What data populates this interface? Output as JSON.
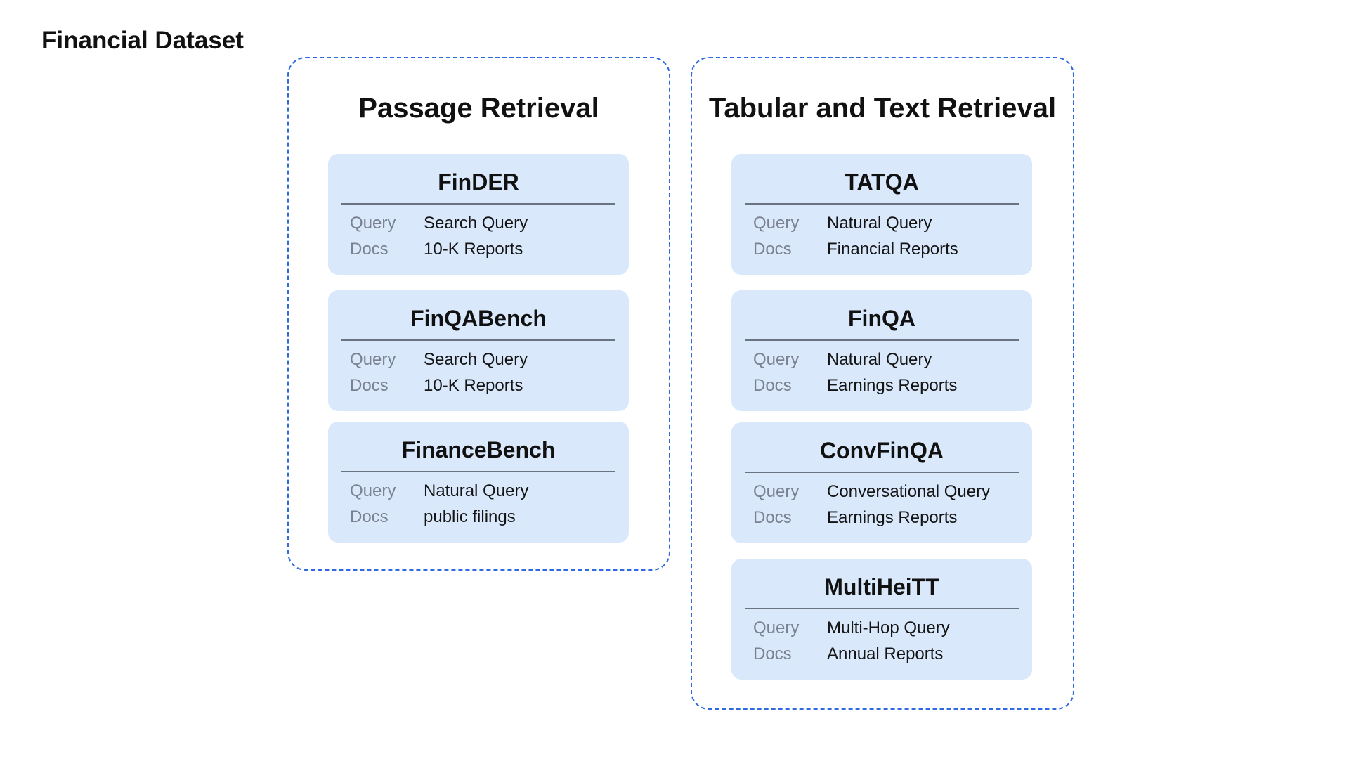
{
  "title": "Financial Dataset",
  "groups": [
    {
      "title": "Passage Retrieval",
      "datasets": [
        {
          "name": "FinDER",
          "query_label": "Query",
          "query": "Search Query",
          "docs_label": "Docs",
          "docs": "10-K Reports"
        },
        {
          "name": "FinQABench",
          "query_label": "Query",
          "query": "Search Query",
          "docs_label": "Docs",
          "docs": "10-K Reports"
        },
        {
          "name": "FinanceBench",
          "query_label": "Query",
          "query": "Natural Query",
          "docs_label": "Docs",
          "docs": "public filings"
        }
      ]
    },
    {
      "title": "Tabular and Text Retrieval",
      "datasets": [
        {
          "name": "TATQA",
          "query_label": "Query",
          "query": "Natural Query",
          "docs_label": "Docs",
          "docs": "Financial Reports"
        },
        {
          "name": "FinQA",
          "query_label": "Query",
          "query": "Natural Query",
          "docs_label": "Docs",
          "docs": "Earnings Reports"
        },
        {
          "name": "ConvFinQA",
          "query_label": "Query",
          "query": "Conversational Query",
          "docs_label": "Docs",
          "docs": "Earnings Reports"
        },
        {
          "name": "MultiHeiTT",
          "query_label": "Query",
          "query": "Multi-Hop Query",
          "docs_label": "Docs",
          "docs": "Annual Reports"
        }
      ]
    }
  ],
  "colors": {
    "group_border": "#2f6ae3",
    "card_fill": "#d9e8fb",
    "label_text": "#7a8190",
    "value_text": "#141414"
  }
}
